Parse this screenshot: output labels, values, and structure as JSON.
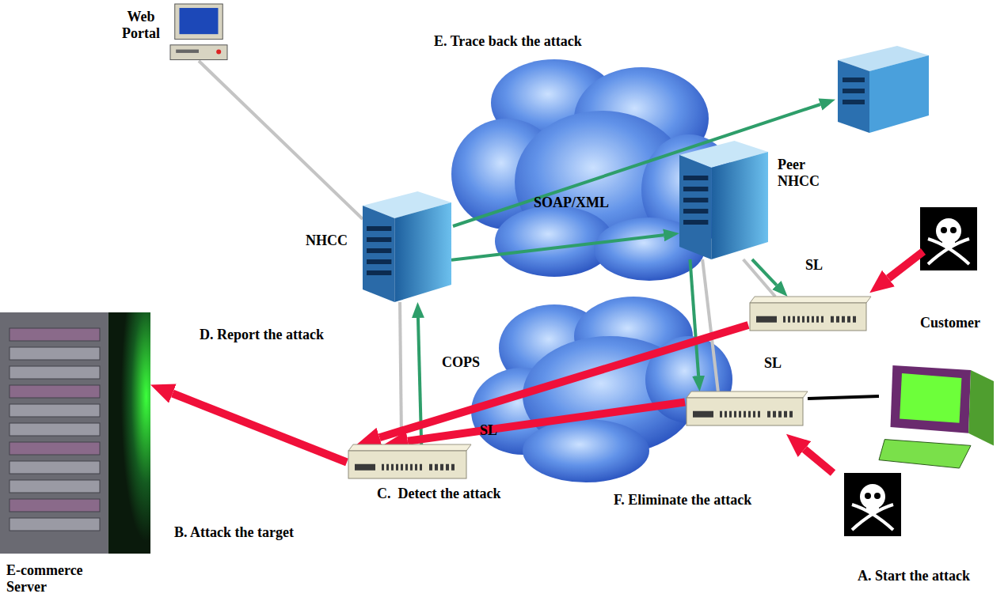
{
  "diagram": {
    "nodes": [
      {
        "text": [
          "Web Portal"
        ]
      },
      {
        "text": [
          "NHCC"
        ]
      },
      {
        "text": [
          "Peer NHCC"
        ]
      },
      {
        "text": [
          "SL"
        ]
      },
      {
        "text": [
          "SL"
        ]
      },
      {
        "text": [
          "SL"
        ]
      },
      {
        "text": [
          "Customer"
        ]
      },
      {
        "text": [
          "E-commerce Server"
        ]
      }
    ],
    "edges": [
      {
        "from": 0,
        "to": 1,
        "arrow": "none"
      },
      {
        "from": 5,
        "to": 1,
        "arrow": "none"
      },
      {
        "from": 5,
        "to": 1,
        "label": "COPS",
        "arrow": "to"
      },
      {
        "from": 1,
        "to": 2,
        "label": "SOAP/XML",
        "arrow": "to"
      },
      {
        "from": 2,
        "to": 3,
        "arrow": "to"
      },
      {
        "from": 2,
        "to": 3,
        "arrow": "none"
      },
      {
        "from": 2,
        "to": 4,
        "arrow": "to"
      },
      {
        "from": 2,
        "to": 4,
        "arrow": "none"
      },
      {
        "from": 4,
        "to": 6,
        "arrow": "none"
      },
      {
        "from": 3,
        "to": 5,
        "arrow": "to"
      },
      {
        "from": 4,
        "to": 5,
        "arrow": "to"
      },
      {
        "from": 5,
        "to": 7,
        "arrow": "to"
      }
    ],
    "labels": [
      "E. Trace back the attack",
      "D. Report the attack",
      "C.  Detect the attack",
      "B. Attack the target",
      "F. Eliminate the attack",
      "A. Start the attack"
    ]
  }
}
